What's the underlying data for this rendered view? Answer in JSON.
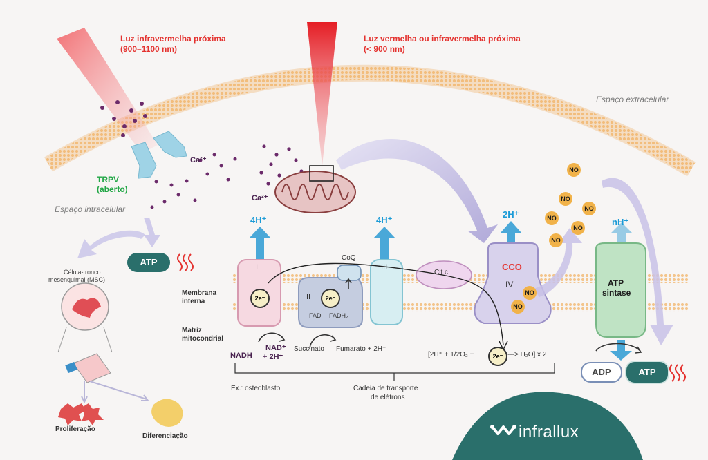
{
  "light": {
    "nir_title": "Luz infravermelha próxima",
    "nir_range": "(900–1100 nm)",
    "red_title": "Luz vermelha ou infravermelha próxima",
    "red_range": "(< 900 nm)"
  },
  "spaces": {
    "extracellular": "Espaço extracelular",
    "intracellular": "Espaço intracelular"
  },
  "trpv": {
    "name": "TRPV",
    "state": "(aberto)",
    "ion": "Ca²⁺"
  },
  "mito_ion": "Ca²⁺",
  "protons": {
    "complex1": "4H⁺",
    "complex3": "4H⁺",
    "cco": "2H⁺",
    "synthase": "nH⁺"
  },
  "membrane": {
    "inner_1": "Membrana",
    "inner_2": "interna",
    "matrix_1": "Matriz",
    "matrix_2": "mitocondrial"
  },
  "complexes": {
    "I": "I",
    "II": "II",
    "III": "III",
    "IV": "IV",
    "coq": "CoQ",
    "cit_c": "Cit c",
    "cco": "CCO",
    "electron": "2e⁻",
    "fad": "FAD",
    "fadh2": "FADH₂"
  },
  "atp_synthase": {
    "line1": "ATP",
    "line2": "sintase"
  },
  "no_label": "NO",
  "reactions": {
    "nadh": "NADH",
    "nad_1": "NAD⁺",
    "nad_2": "+ 2H⁺",
    "succinato": "Succinato",
    "fumarato": "Fumarato + 2H⁺",
    "water_left": "[2H⁺ + 1/2O₂ +",
    "water_right": "---> H₂O] x 2"
  },
  "bottom": {
    "example": "Ex.: osteoblasto",
    "chain_1": "Cadeia de transporte",
    "chain_2": "de elétrons",
    "adp": "ADP",
    "atp": "ATP"
  },
  "msc": {
    "title_1": "Célula-tronco",
    "title_2": "mesenquimal (MSC)",
    "atp": "ATP",
    "proliferation": "Proliferação",
    "differentiation": "Diferenciação"
  },
  "brand": {
    "name": "infrallux"
  },
  "colors": {
    "teal": "#2a6f6b",
    "red_text": "#e4322f",
    "proton_blue": "#1b9bd7",
    "no_orange": "#f1b249",
    "complex1": "#f6d9e1",
    "complex2": "#c5cde0",
    "complex3": "#d7eef2",
    "cco": "#d8d2ec",
    "synthase": "#bfe3c4"
  }
}
